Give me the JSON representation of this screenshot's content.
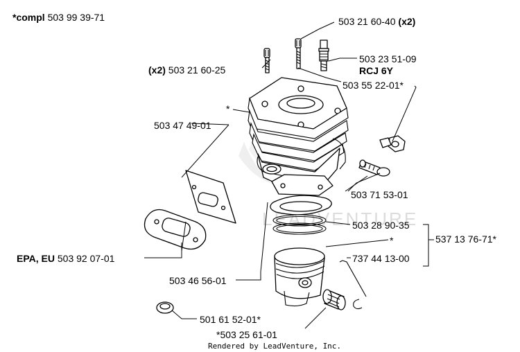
{
  "header": {
    "prefix": "*compl",
    "number": "503 99 39-71"
  },
  "watermark": "LEADVENTURE",
  "credit": "Rendered by LeadVenture, Inc.",
  "callouts": {
    "bolt_right": {
      "number": "503 21 60-40",
      "suffix": "(x2)"
    },
    "bolt_left": {
      "prefix": "(x2)",
      "number": "503 21 60-25"
    },
    "spark_plug": {
      "number": "503 23 51-09",
      "type": "RCJ 6Y"
    },
    "decomp_valve": {
      "number": "503 55 22-01*"
    },
    "cylinder_star": {
      "text": "*"
    },
    "gasket_plate": {
      "number": "503 47 49-01"
    },
    "stud": {
      "number": "503 71 53-01"
    },
    "muffler_gasket": {
      "prefix": "EPA, EU",
      "number": "503 92 07-01"
    },
    "piston_rings": {
      "number": "503 28 90-35"
    },
    "piston_star": {
      "text": "*"
    },
    "kit": {
      "number": "537 13 76-71*"
    },
    "circlip": {
      "number": "737 44 13-00"
    },
    "base_gasket": {
      "number": "503 46 56-01"
    },
    "plug": {
      "number": "501 61 52-01*"
    },
    "bearing": {
      "number": "*503 25 61-01"
    }
  }
}
